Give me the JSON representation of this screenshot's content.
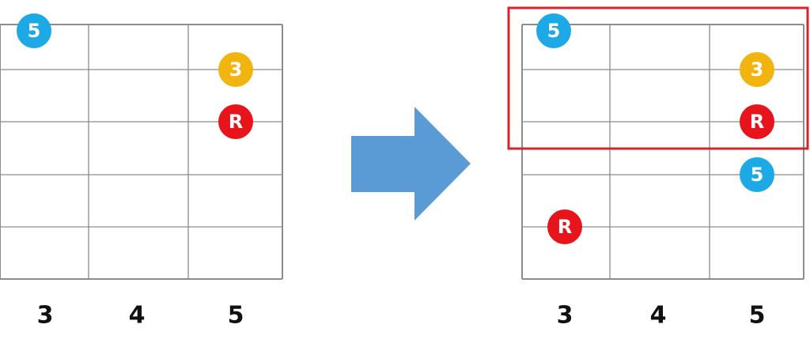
{
  "colors": {
    "root": "#e8141c",
    "third": "#f2b40f",
    "fifth": "#1da8e6",
    "grid": "#8c8c8c",
    "arrow": "#5b9bd5",
    "highlight": "#d9232a"
  },
  "diagrams": [
    {
      "name": "left",
      "fret_labels": [
        "3",
        "4",
        "5"
      ],
      "notes": [
        {
          "label": "5",
          "role": "fifth",
          "string": 1,
          "fret": 3
        },
        {
          "label": "3",
          "role": "third",
          "string": 2,
          "fret": 5
        },
        {
          "label": "R",
          "role": "root",
          "string": 3,
          "fret": 5
        }
      ]
    },
    {
      "name": "right",
      "fret_labels": [
        "3",
        "4",
        "5"
      ],
      "notes": [
        {
          "label": "5",
          "role": "fifth",
          "string": 1,
          "fret": 3
        },
        {
          "label": "3",
          "role": "third",
          "string": 2,
          "fret": 5
        },
        {
          "label": "R",
          "role": "root",
          "string": 3,
          "fret": 5
        },
        {
          "label": "5",
          "role": "fifth",
          "string": 4,
          "fret": 5
        },
        {
          "label": "R",
          "role": "root",
          "string": 5,
          "fret": 3
        }
      ],
      "highlight": {
        "strings": [
          1,
          3
        ]
      }
    }
  ],
  "arrow": {
    "direction": "right",
    "icon": "arrow-right-icon"
  }
}
